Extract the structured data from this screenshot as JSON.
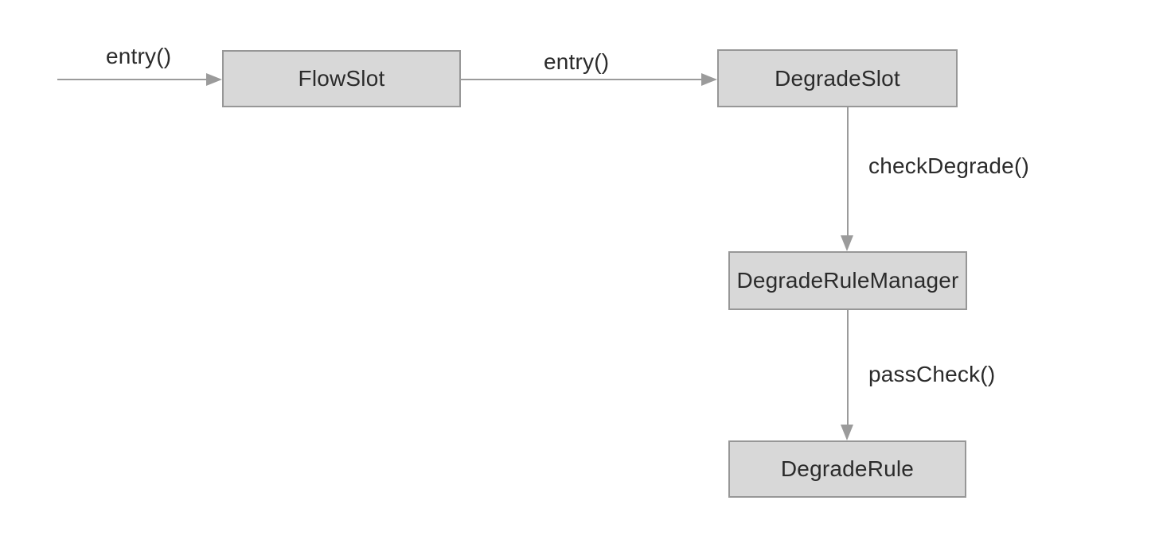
{
  "diagram": {
    "type": "flow-diagram",
    "nodes": {
      "flowslot": {
        "label": "FlowSlot"
      },
      "degradeslot": {
        "label": "DegradeSlot"
      },
      "degraderulemanager": {
        "label": "DegradeRuleManager"
      },
      "degraderule": {
        "label": "DegradeRule"
      }
    },
    "edges": {
      "entry_to_flowslot": {
        "label": "entry()",
        "from": "start",
        "to": "flowslot",
        "direction": "right"
      },
      "flowslot_to_degradeslot": {
        "label": "entry()",
        "from": "flowslot",
        "to": "degradeslot",
        "direction": "right"
      },
      "degradeslot_to_manager": {
        "label": "checkDegrade()",
        "from": "degradeslot",
        "to": "degraderulemanager",
        "direction": "down"
      },
      "manager_to_rule": {
        "label": "passCheck()",
        "from": "degraderulemanager",
        "to": "degraderule",
        "direction": "down"
      }
    },
    "colors": {
      "node_fill": "#D8D8D8",
      "node_border": "#979797",
      "edge_line": "#9B9B9B",
      "text": "#2B2B2B",
      "background": "#FFFFFF"
    }
  }
}
